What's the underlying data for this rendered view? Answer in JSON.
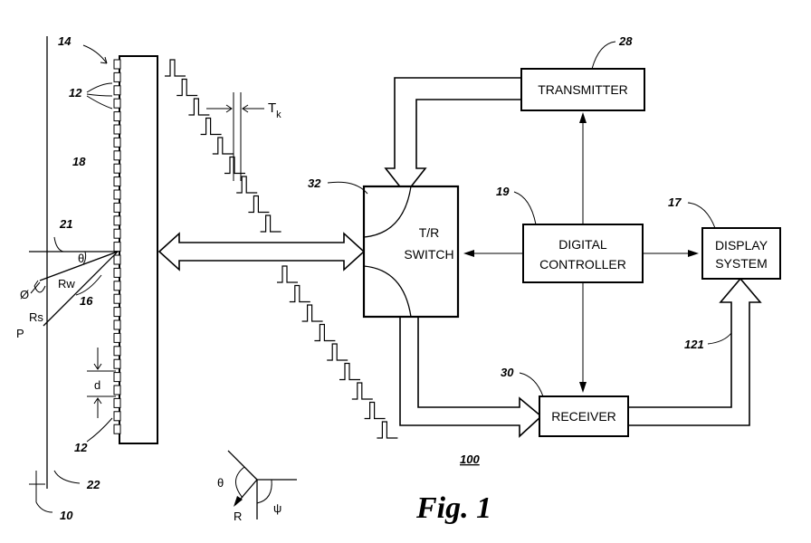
{
  "figure": {
    "title": "Fig. 1",
    "system_ref": "100"
  },
  "blocks": {
    "transmitter": {
      "label": "TRANSMITTER",
      "ref": "28"
    },
    "tr_switch": {
      "line1": "T/R",
      "line2": "SWITCH",
      "ref": "32"
    },
    "digital_controller": {
      "line1": "DIGITAL",
      "line2": "CONTROLLER",
      "ref": "19"
    },
    "display_system": {
      "line1": "DISPLAY",
      "line2": "SYSTEM",
      "ref": "17"
    },
    "receiver": {
      "label": "RECEIVER",
      "ref": "30"
    }
  },
  "transducer": {
    "array_ref": "14",
    "element_ref_top": "12",
    "element_ref_bottom": "12",
    "medium_ref": "18",
    "element_spacing": "d",
    "pulse_delay": "Tk"
  },
  "geometry_labels": {
    "axis_ref": "21",
    "body_ref": "10",
    "boundary_ref": "22",
    "angle_ref": "16",
    "theta": "θ",
    "phi": "Ø",
    "rw": "Rw",
    "rs": "Rs",
    "p": "P",
    "inset_theta": "θ",
    "inset_r": "R",
    "inset_psi": "ψ"
  },
  "connections": {
    "display_input_ref": "121"
  }
}
